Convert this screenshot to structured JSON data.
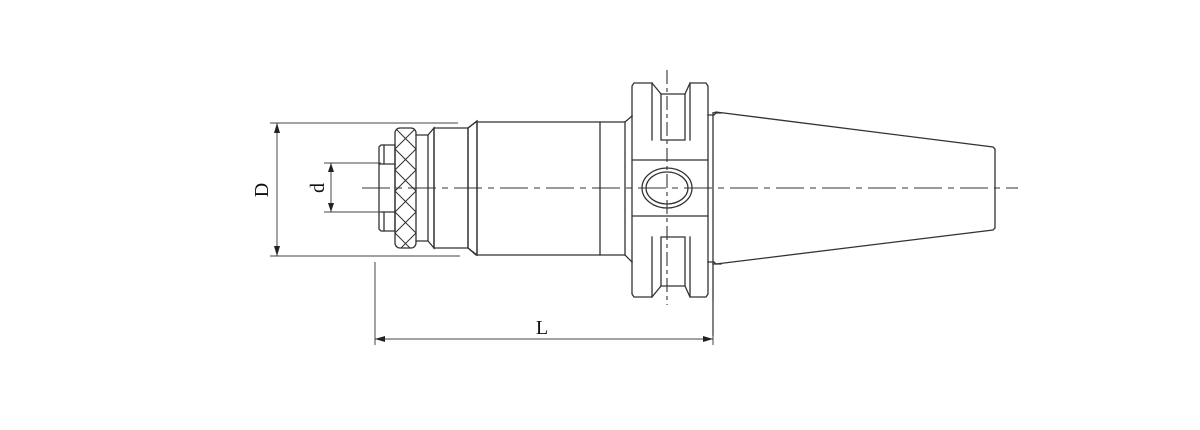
{
  "drawing": {
    "type": "technical-drawing",
    "subject": "BT tool holder with tapping collet chuck (side view)",
    "line_color": "#333333",
    "background": "#ffffff"
  },
  "dimensions": {
    "outer_diameter": {
      "label": "D",
      "orientation": "vertical-rotated"
    },
    "inner_diameter": {
      "label": "d",
      "orientation": "vertical-rotated"
    },
    "overall_length": {
      "label": "L",
      "orientation": "horizontal"
    }
  }
}
